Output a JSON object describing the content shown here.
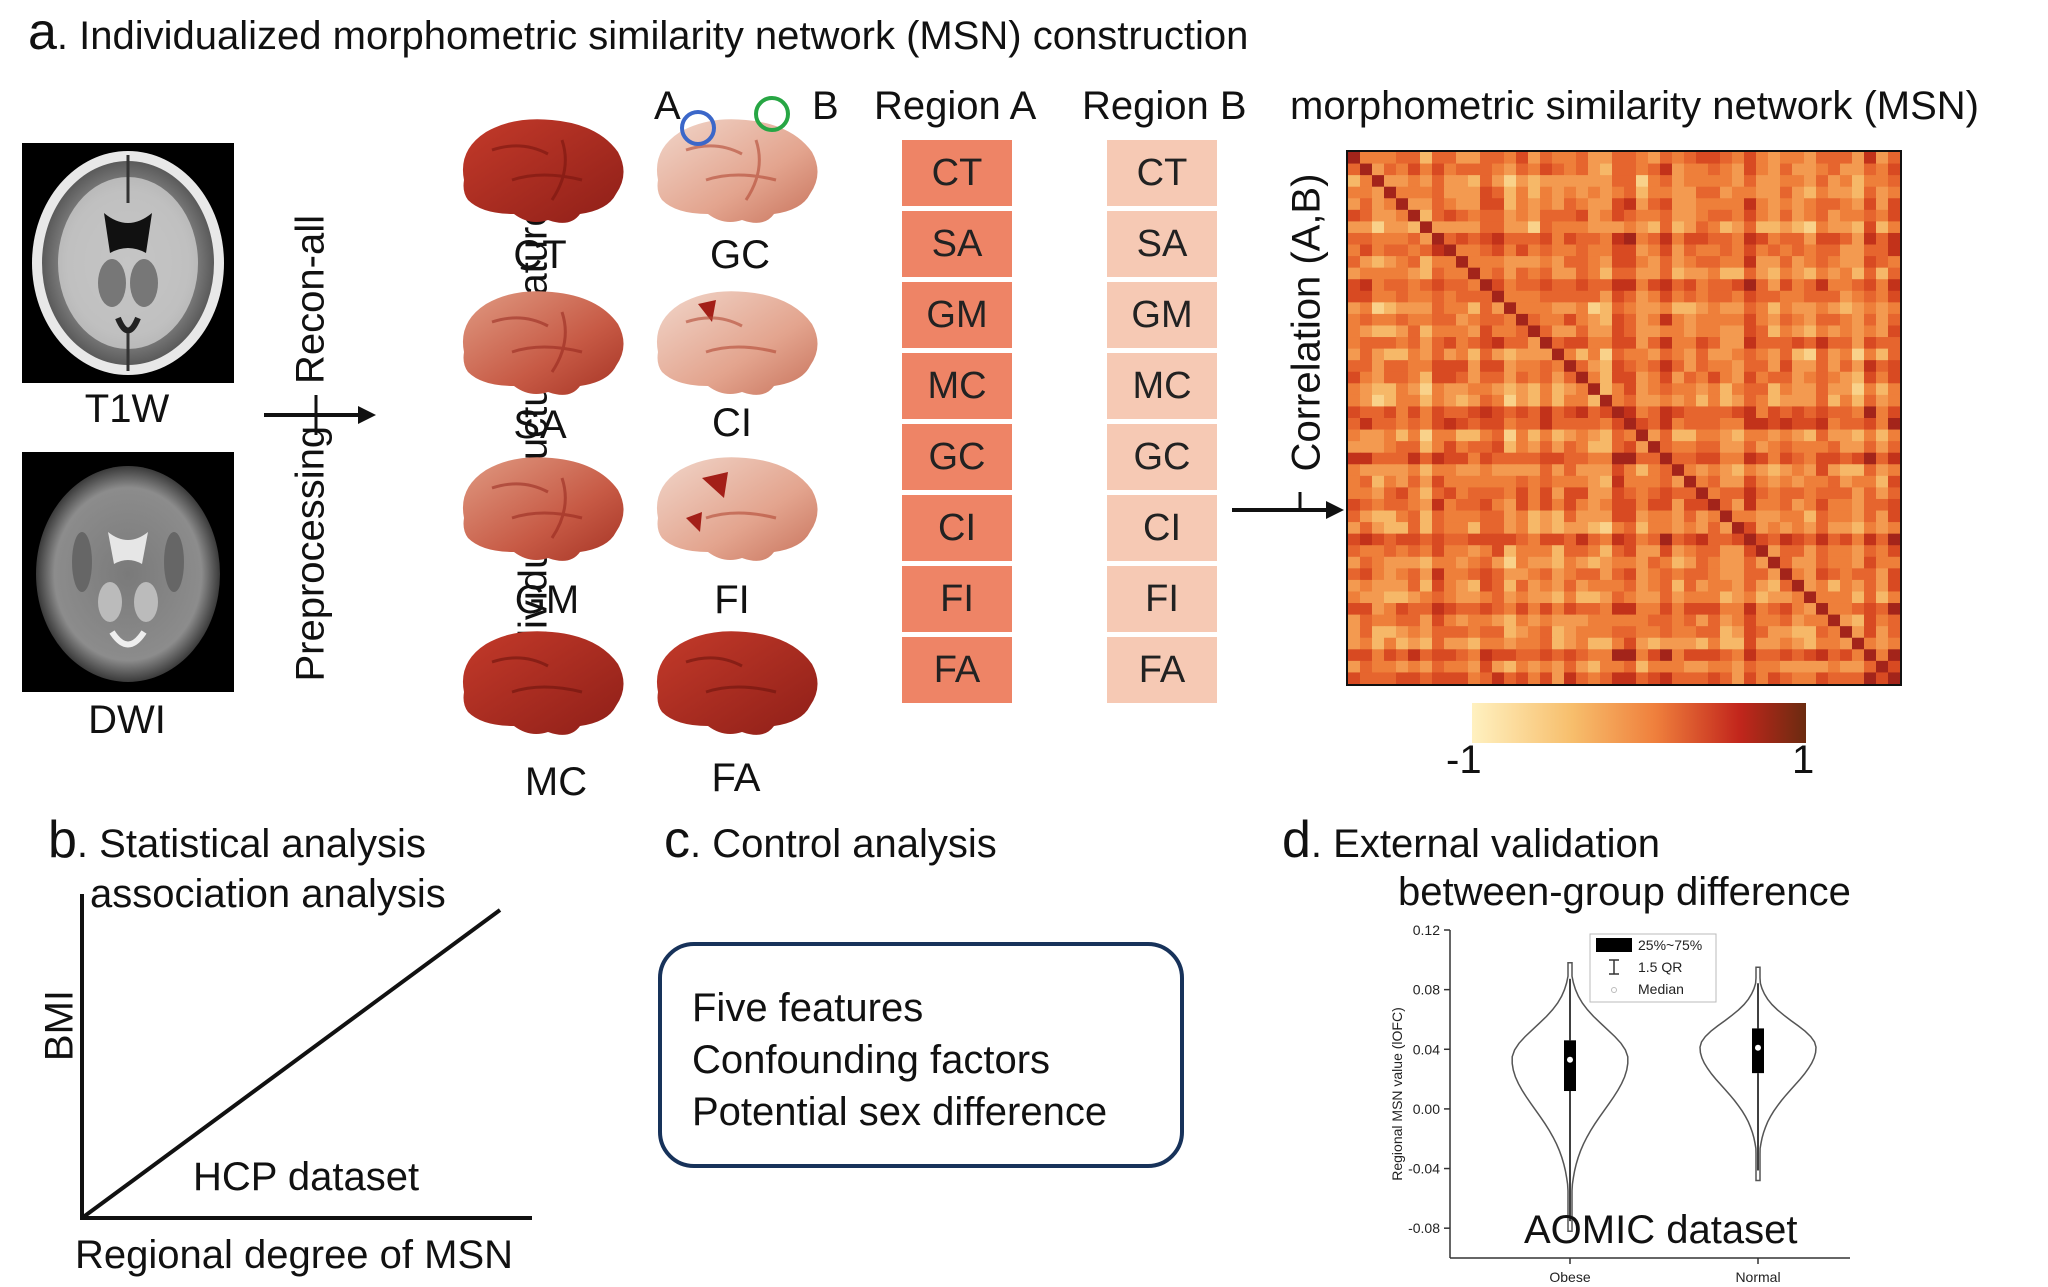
{
  "panel_a": {
    "letter": "a",
    "title": ". Individualized morphometric similarity network (MSN) construction",
    "mri_labels": [
      "T1W",
      "DWI"
    ],
    "recon_label": "Recon-all",
    "preprocessing_label": "Preprocessing",
    "features_axis_label": "Individual structural features",
    "brain_labels": [
      "CT",
      "GC",
      "SA",
      "CI",
      "GM",
      "FI",
      "MC",
      "FA"
    ],
    "point_labels": [
      "A",
      "B"
    ],
    "region_a_header": "Region A",
    "region_b_header": "Region B",
    "region_features": [
      "CT",
      "SA",
      "GM",
      "MC",
      "GC",
      "CI",
      "FI",
      "FA"
    ],
    "msn_header": "morphometric similarity network (MSN)",
    "correlation_label": "Correlation (A,B)",
    "colorbar_min": "-1",
    "colorbar_max": "1",
    "colors": {
      "region_a": "#ee8466",
      "region_b": "#f6c9b4",
      "circle_a": "#3b67c9",
      "circle_b": "#27a644"
    }
  },
  "panel_b": {
    "letter": "b",
    "title": ". Statistical analysis",
    "subtitle": "association analysis",
    "ylabel": "BMI",
    "xlabel": "Regional degree of MSN",
    "dataset": "HCP dataset"
  },
  "panel_c": {
    "letter": "c",
    "title": ". Control analysis",
    "items": [
      "Five features",
      "Confounding factors",
      "Potential sex difference"
    ],
    "colors": {
      "border": "#17325a"
    }
  },
  "panel_d": {
    "letter": "d",
    "title": ". External validation",
    "subtitle": "between-group difference",
    "dataset": "AOMIC dataset",
    "legend": [
      "25%~75%",
      "1.5 QR",
      "Median"
    ],
    "chart_data": {
      "type": "violin",
      "ylabel": "Regional MSN value (lOFC)",
      "ylim": [
        -0.1,
        0.12
      ],
      "yticks": [
        "0.12",
        "0.08",
        "0.04",
        "0.00",
        "-0.04",
        "-0.08"
      ],
      "categories": [
        "Obese",
        "Normal"
      ],
      "groups": [
        {
          "name": "Obese",
          "max": 0.098,
          "q3": 0.046,
          "median": 0.033,
          "q1": 0.012,
          "min": -0.082
        },
        {
          "name": "Normal",
          "max": 0.095,
          "q3": 0.054,
          "median": 0.041,
          "q1": 0.024,
          "min": -0.048
        }
      ]
    }
  }
}
